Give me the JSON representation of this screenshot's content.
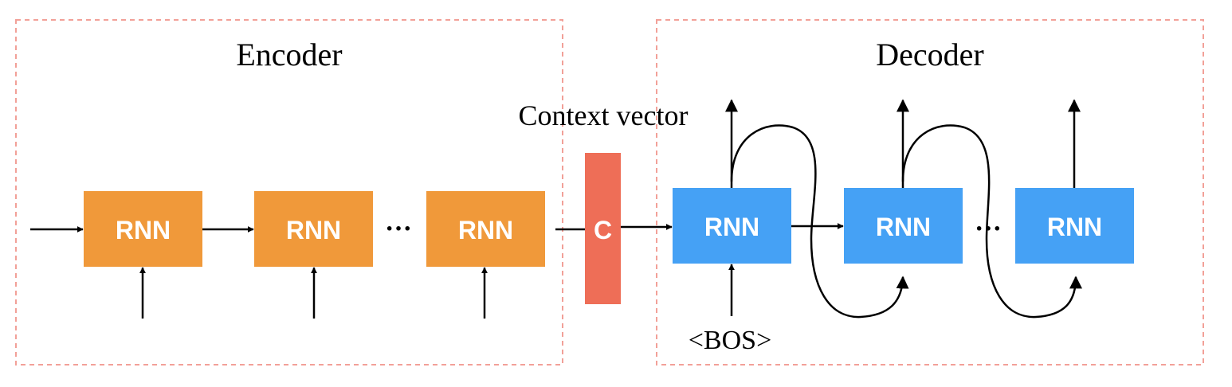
{
  "encoder": {
    "title": "Encoder",
    "cells": [
      "RNN",
      "RNN",
      "RNN"
    ],
    "ellipsis": "···"
  },
  "context": {
    "label": "Context vector",
    "symbol": "C"
  },
  "decoder": {
    "title": "Decoder",
    "cells": [
      "RNN",
      "RNN",
      "RNN"
    ],
    "ellipsis": "···",
    "start_token": "<BOS>"
  },
  "colors": {
    "encoder_cell": "#F0993A",
    "decoder_cell": "#45A1F5",
    "context": "#EE6E57",
    "group_border": "#F2A098",
    "arrow": "#000000"
  }
}
